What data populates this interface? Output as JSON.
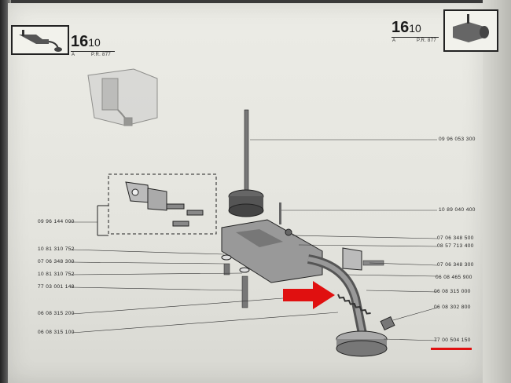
{
  "header_left": {
    "code": "16",
    "code_sub": "10",
    "letter": "A",
    "ref": "P.R. 877"
  },
  "header_right": {
    "code": "16",
    "code_sub": "10",
    "letter": "A",
    "ref": "P.R. 877"
  },
  "parts_right": [
    {
      "number": "09 96 053 300"
    },
    {
      "number": "10 89 040 400"
    },
    {
      "number": "07 06 348 500"
    },
    {
      "number": "08 57 713 400"
    },
    {
      "number": "07 06 348 300"
    },
    {
      "number": "06 08 465 900"
    },
    {
      "number": "06 08 315 000"
    },
    {
      "number": "06 08 302 800"
    },
    {
      "number": "77 00 504 150"
    }
  ],
  "parts_left": [
    {
      "number": "09 96 144 000"
    },
    {
      "number": "10 81 310 752"
    },
    {
      "number": "07 06 348 300"
    },
    {
      "number": "10 81 310 752"
    },
    {
      "number": "77 03 001 148"
    },
    {
      "number": "06 08 315 200"
    },
    {
      "number": "06 08 315 100"
    }
  ],
  "highlight_color": "#e01010"
}
